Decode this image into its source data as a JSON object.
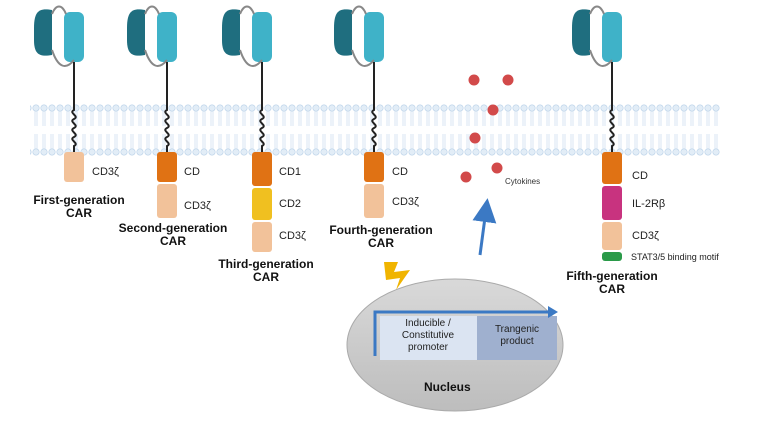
{
  "car_generations": [
    {
      "title_line1": "First-generation",
      "title_line2": "CAR",
      "domains": [
        "CD3ζ"
      ]
    },
    {
      "title_line1": "Second-generation",
      "title_line2": "CAR",
      "domains": [
        "CD",
        "CD3ζ"
      ]
    },
    {
      "title_line1": "Third-generation",
      "title_line2": "CAR",
      "domains": [
        "CD1",
        "CD2",
        "CD3ζ"
      ]
    },
    {
      "title_line1": "Fourth-generation",
      "title_line2": "CAR",
      "domains": [
        "CD",
        "CD3ζ"
      ]
    },
    {
      "title_line1": "Fifth-generation",
      "title_line2": "CAR",
      "domains": [
        "CD",
        "IL-2Rβ",
        "CD3ζ"
      ],
      "motif": "STAT3/5 binding motif"
    }
  ],
  "cytokines_label": "Cytokines",
  "nucleus": {
    "label": "Nucleus",
    "promoter": "Inducible / Constitutive promoter",
    "product": "Trangenic product"
  },
  "colors": {
    "receptor_dark": "#1f6e7f",
    "receptor_light": "#3fb2c8",
    "membrane": "#d6e6f3",
    "cd_orange": "#e07214",
    "cd3z_tan": "#f2c29a",
    "cd2_yellow": "#f0c020",
    "il2rb_magenta": "#c8337f",
    "stat_green": "#2a9a49",
    "cytokine_red": "#d24a4a",
    "arrow_blue": "#3b79c4",
    "nucleus_gray": "#c9c9c9",
    "lightning": "#f0b400"
  }
}
